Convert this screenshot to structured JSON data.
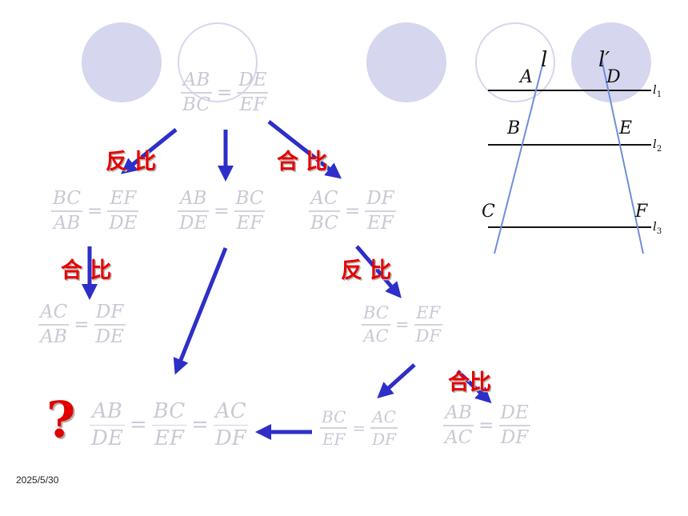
{
  "labels": {
    "fanbi": "反 比",
    "hebi": "合 比",
    "hebi_tight": "合比",
    "question": "?"
  },
  "date": "2025/5/30",
  "fractions": {
    "top": {
      "n1": "AB",
      "d1": "BC",
      "n2": "DE",
      "d2": "EF"
    },
    "r1a": {
      "n1": "BC",
      "d1": "AB",
      "n2": "EF",
      "d2": "DE"
    },
    "r1b": {
      "n1": "AB",
      "d1": "DE",
      "n2": "BC",
      "d2": "EF"
    },
    "r1c": {
      "n1": "AC",
      "d1": "BC",
      "n2": "DF",
      "d2": "EF"
    },
    "r2a": {
      "n1": "AC",
      "d1": "AB",
      "n2": "DF",
      "d2": "DE"
    },
    "r2c": {
      "n1": "BC",
      "d1": "AC",
      "n2": "EF",
      "d2": "DF"
    },
    "bottom_main": {
      "n1": "AB",
      "d1": "DE",
      "n2": "BC",
      "d2": "EF",
      "n3": "AC",
      "d3": "DF"
    },
    "bottom_mid": {
      "n1": "BC",
      "d1": "EF",
      "n2": "AC",
      "d2": "DF"
    },
    "bottom_right": {
      "n1": "AB",
      "d1": "AC",
      "n2": "DE",
      "d2": "DF"
    }
  },
  "geometry": {
    "points": {
      "A": "A",
      "B": "B",
      "C": "C",
      "D": "D",
      "E": "E",
      "F": "F"
    },
    "line_l": "l",
    "line_l_prime": "l′",
    "l1": "l",
    "l1_sub": "1",
    "l2": "l",
    "l2_sub": "2",
    "l3": "l",
    "l3_sub": "3"
  },
  "colors": {
    "arrow": "#2e2ec8",
    "label": "#e60000",
    "circle": "#d6d6ee",
    "fraction": "#c9c9d6",
    "transversal": "#6f8fd8"
  }
}
